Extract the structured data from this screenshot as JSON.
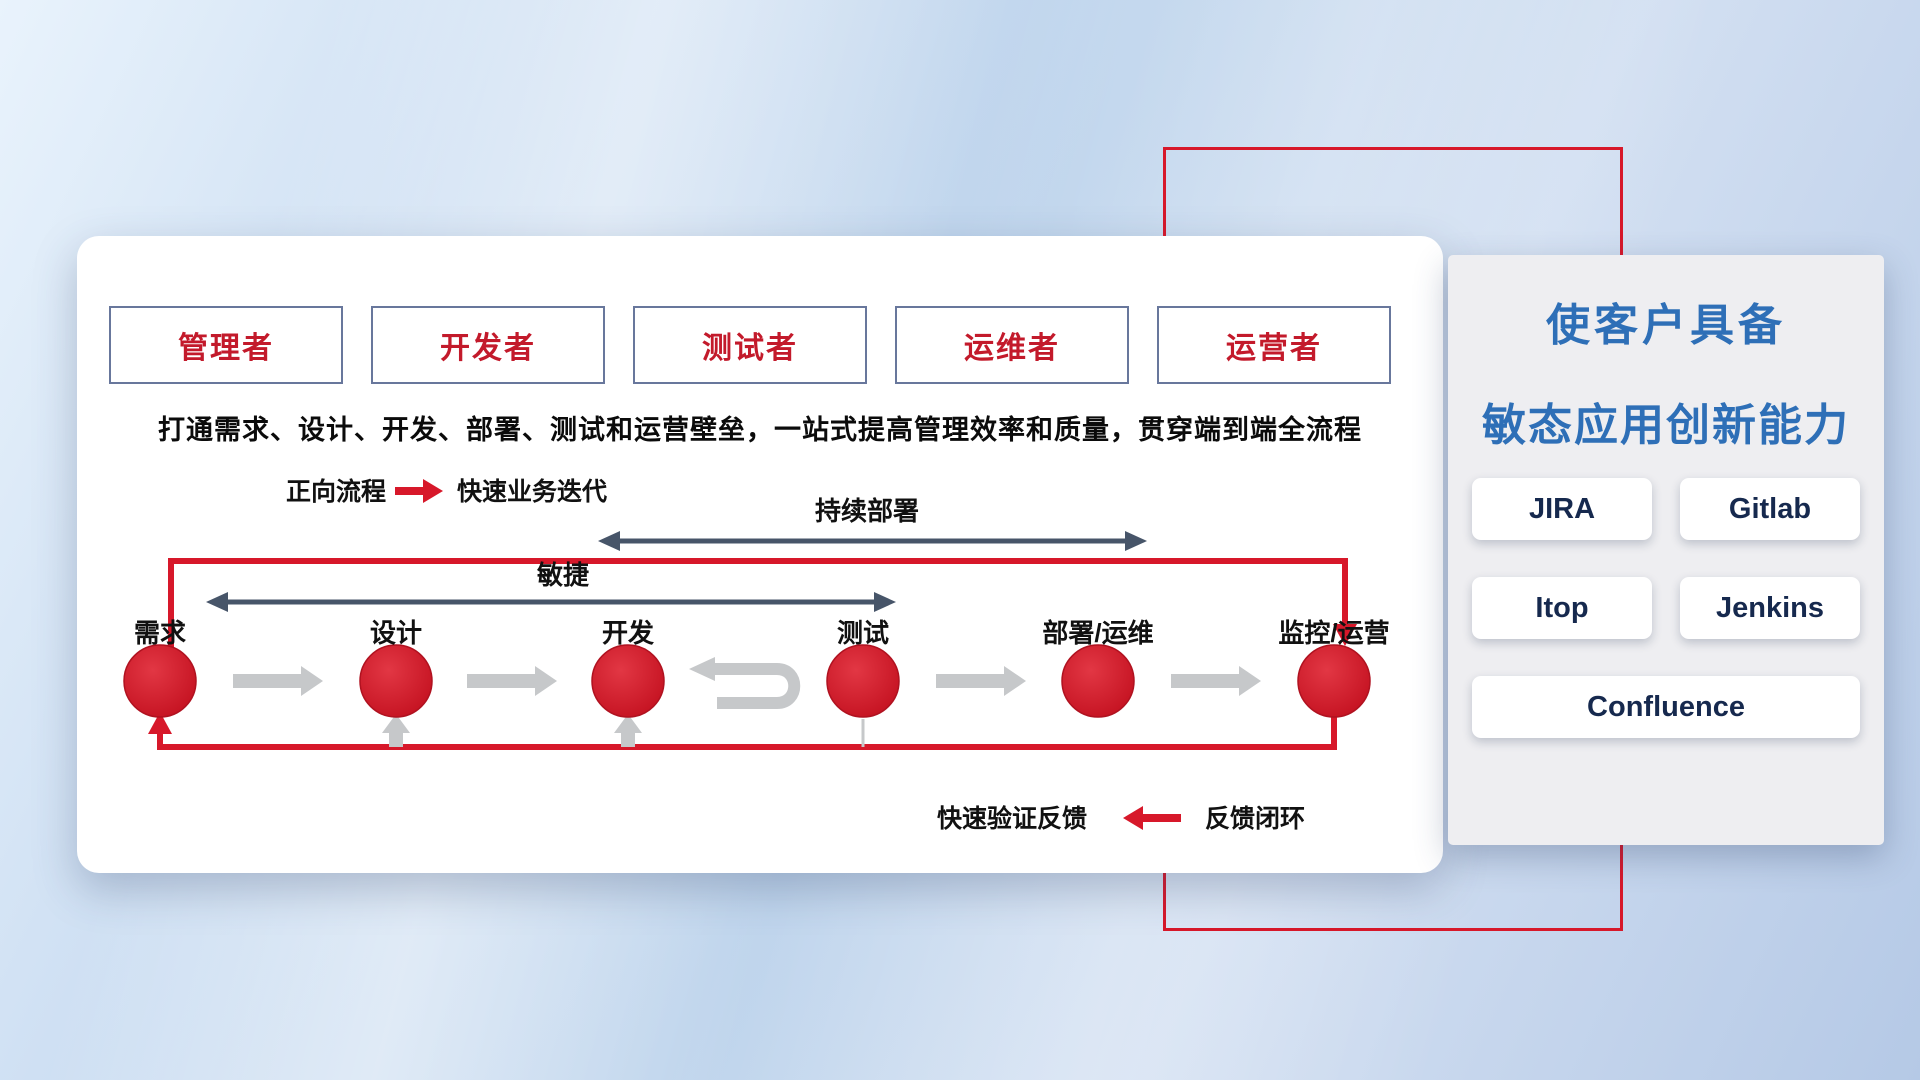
{
  "colors": {
    "accent_red": "#d7182a",
    "role_text_red": "#c31a2b",
    "role_border": "#68779c",
    "dark_arrow": "#475569",
    "gray_arrow": "#c6c8ca",
    "title_blue": "#2e6fb7",
    "tool_text": "#16294e"
  },
  "roles": [
    {
      "label": "管理者"
    },
    {
      "label": "开发者"
    },
    {
      "label": "测试者"
    },
    {
      "label": "运维者"
    },
    {
      "label": "运营者"
    }
  ],
  "description": "打通需求、设计、开发、部署、测试和运营壁垒，一站式提高管理效率和质量，贯穿端到端全流程",
  "legend": {
    "forward_label": "正向流程",
    "forward_value": "快速业务迭代",
    "feedback_value": "快速验证反馈",
    "feedback_label": "反馈闭环"
  },
  "flow": {
    "agile_label": "敏捷",
    "cd_label": "持续部署",
    "stages": [
      "需求",
      "设计",
      "开发",
      "测试",
      "部署/运维",
      "监控/运营"
    ]
  },
  "right_panel": {
    "title_line1": "使客户具备",
    "title_line2": "敏态应用创新能力",
    "tools": [
      "JIRA",
      "Gitlab",
      "Itop",
      "Jenkins",
      "Confluence"
    ]
  }
}
